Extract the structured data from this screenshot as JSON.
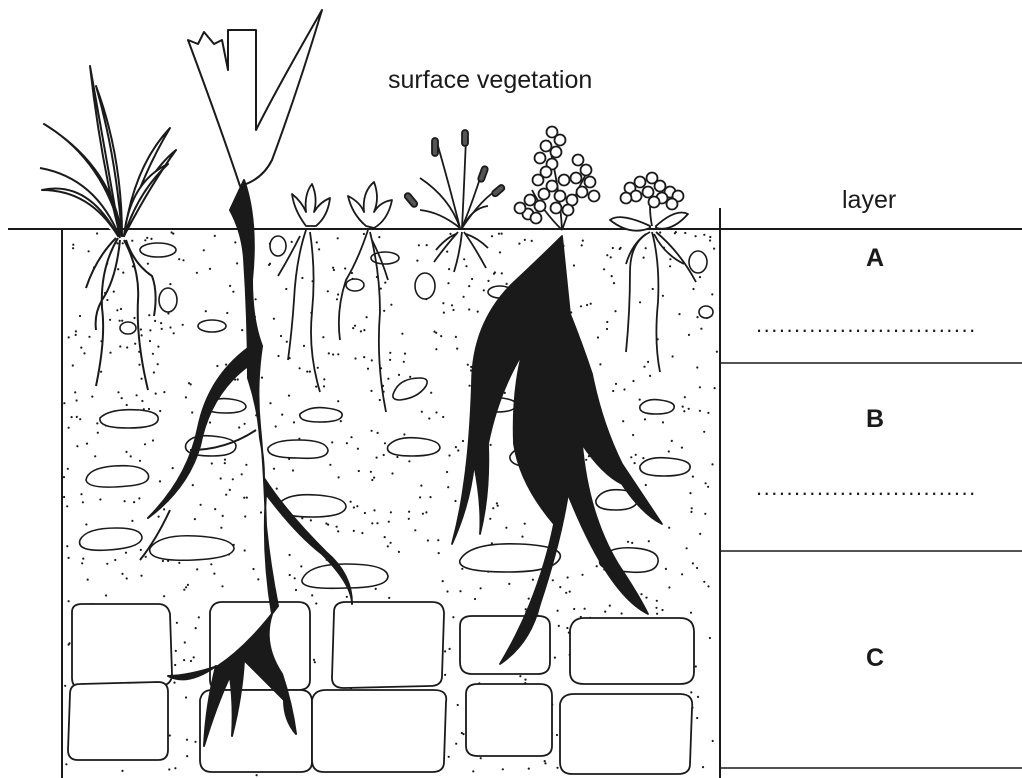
{
  "diagram": {
    "surface_label": "surface vegetation",
    "layer_heading": "layer",
    "layers": [
      {
        "letter": "A",
        "answer_line": "............................."
      },
      {
        "letter": "B",
        "answer_line": "............................."
      },
      {
        "letter": "C"
      }
    ]
  },
  "colors": {
    "line": "#1a1a1a",
    "background": "#ffffff"
  }
}
